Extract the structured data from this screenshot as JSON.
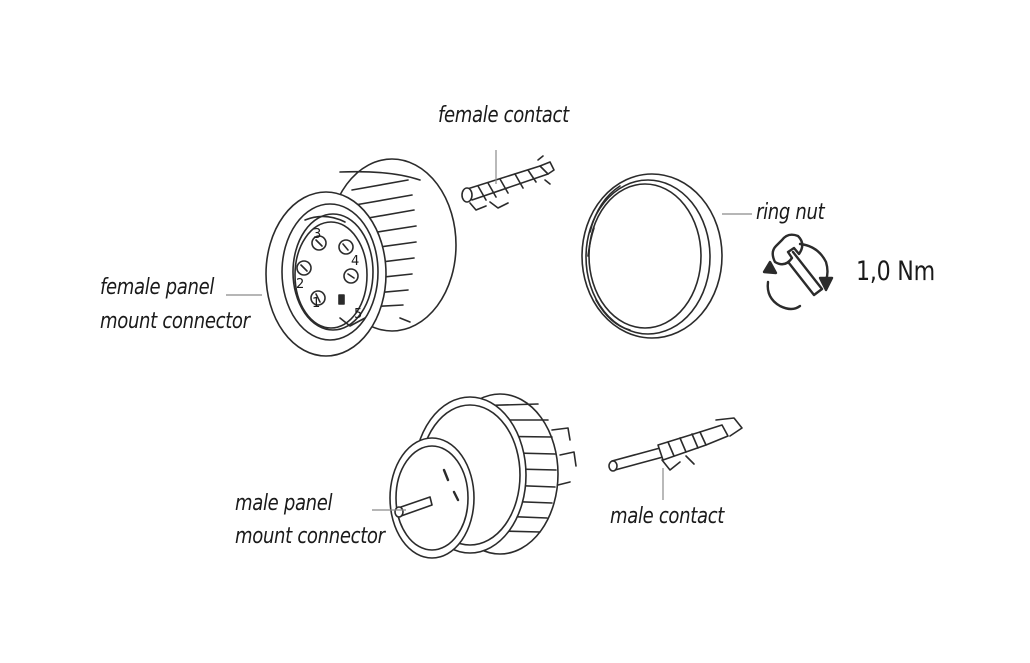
{
  "labels": {
    "female_contact": "female contact",
    "ring_nut": "ring nut",
    "female_panel_line1": "female panel",
    "female_panel_line2": "mount connector",
    "male_panel_line1": "male panel",
    "male_panel_line2": "mount connector",
    "male_contact": "male contact"
  },
  "torque": {
    "value": "1,0 Nm",
    "icon": "wrench-rotate-icon"
  },
  "pin_numbers": [
    "1",
    "2",
    "3",
    "4",
    "5"
  ],
  "colors": {
    "line": "#2b2b2b",
    "leader": "#8a8a8a",
    "text": "#1a1a1a"
  }
}
